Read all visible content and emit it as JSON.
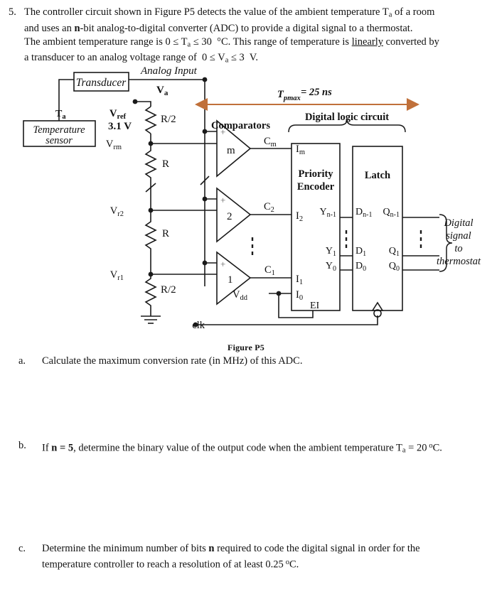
{
  "problem": {
    "number": "5.",
    "lines": [
      "The controller circuit shown in Figure P5 detects the value of the ambient temperature Tₐ of a room",
      "and uses an n-bit analog-to-digital converter (ADC) to provide a digital signal to a thermostat.",
      "The ambient temperature range is 0 ≤ Tₐ ≤ 30  °C. This range of temperature is linearly converted by",
      "a transducer to an analog voltage range of  0 ≤ Vₐ ≤ 3  V."
    ]
  },
  "figure": {
    "caption": "Figure P5",
    "blocks": {
      "transducer": "Transducer",
      "temperature_sensor_line1": "Temperature",
      "temperature_sensor_line2": "sensor",
      "priority_encoder_line1": "Priority",
      "priority_encoder_line2": "Encoder",
      "latch": "Latch"
    },
    "labels": {
      "analog_input": "Analog Input",
      "va": "V",
      "va_sub": "a",
      "ta": "T",
      "ta_sub": "a",
      "vref": "V",
      "vref_sub": "ref",
      "vref_value": "3.1 V",
      "r_half_top": "R/2",
      "r_mid_top": "R",
      "r_mid_bottom": "R",
      "r_half_bottom": "R/2",
      "vrm": "V",
      "vrm_sub": "rm",
      "vr2": "V",
      "vr2_sub": "r2",
      "vr1": "V",
      "vr1_sub": "r1",
      "comparators": "Comparators",
      "comp_m": "m",
      "comp_2": "2",
      "comp_1": "1",
      "plus": "+",
      "cm": "C",
      "cm_sub": "m",
      "c2": "C",
      "c2_sub": "2",
      "c1": "C",
      "c1_sub": "1",
      "digital_logic_circuit": "Digital logic circuit",
      "im": "I",
      "im_sub": "m",
      "i2": "I",
      "i2_sub": "2",
      "i1": "I",
      "i1_sub": "1",
      "i0": "I",
      "i0_sub": "0",
      "ei": "EI",
      "vdd": "V",
      "vdd_sub": "dd",
      "clk": "clk",
      "yn1": "Y",
      "yn1_sub": "n-1",
      "y1": "Y",
      "y1_sub": "1",
      "y0": "Y",
      "y0_sub": "0",
      "dn1": "D",
      "dn1_sub": "n-1",
      "d1": "D",
      "d1_sub": "1",
      "d0": "D",
      "d0_sub": "0",
      "qn1": "Q",
      "qn1_sub": "n-1",
      "q1": "Q",
      "q1_sub": "1",
      "q0": "Q",
      "q0_sub": "0",
      "tpmax": "T",
      "tpmax_sub": "pmax",
      "tpmax_value": "= 25 ns",
      "digital_signal_l1": "Digital",
      "digital_signal_l2": "signal",
      "digital_signal_l3": "to",
      "digital_signal_l4": "thermostat"
    },
    "colors": {
      "arrow": "#c0703a",
      "wire": "#1a1a1a",
      "text": "#111111"
    }
  },
  "questions": [
    {
      "label": "a.",
      "lines": [
        "Calculate the maximum conversion rate (in MHz) of this ADC."
      ]
    },
    {
      "label": "b.",
      "lines": [
        "If n = 5, determine the binary value of the output code when the ambient temperature Tₐ = 20 °C."
      ]
    },
    {
      "label": "c.",
      "lines": [
        "Determine the minimum number of bits n required to code the digital signal in order for the",
        "temperature controller to reach a resolution of at least 0.25 °C."
      ]
    }
  ]
}
